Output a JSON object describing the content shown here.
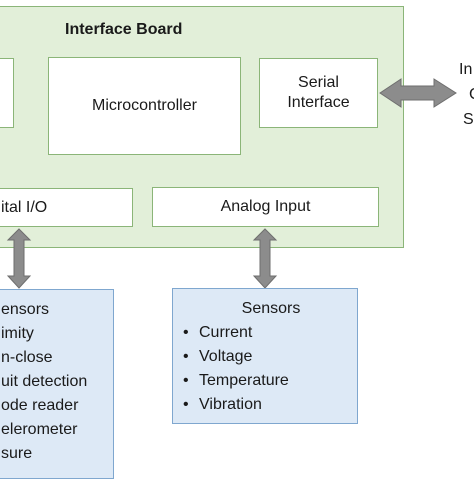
{
  "board": {
    "title": "Interface Board"
  },
  "blocks": {
    "microcontroller": "Microcontroller",
    "serial_line1": "Serial",
    "serial_line2": "Interface",
    "digital_io": "ital I/O",
    "analog_input": "Analog Input"
  },
  "external": {
    "line1": "In",
    "line2": "C",
    "line3": "S"
  },
  "digital_sensors": {
    "title": "ensors",
    "items": [
      "imity",
      "n-close",
      "uit detection",
      "ode reader",
      "elerometer",
      "sure"
    ]
  },
  "analog_sensors": {
    "title": "Sensors",
    "items": [
      "Current",
      "Voltage",
      "Temperature",
      "Vibration"
    ]
  },
  "colors": {
    "board_fill": "#e2efd9",
    "board_border": "#8bb578",
    "sensor_fill": "#dde9f6",
    "sensor_border": "#7fa7cf",
    "arrow": "#8c8c8c"
  }
}
